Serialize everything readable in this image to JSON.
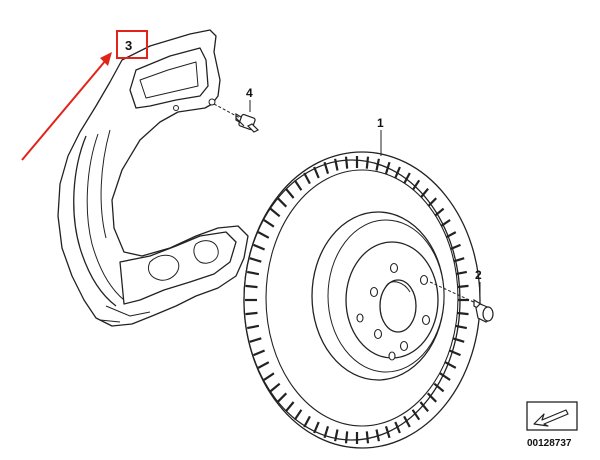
{
  "diagram": {
    "callouts": [
      {
        "id": "1",
        "label": "1"
      },
      {
        "id": "2",
        "label": "2"
      },
      {
        "id": "3",
        "label": "3"
      },
      {
        "id": "4",
        "label": "4"
      }
    ],
    "part_number": "00128737",
    "highlight_color": "#e2231a",
    "line_color": "#222222"
  }
}
